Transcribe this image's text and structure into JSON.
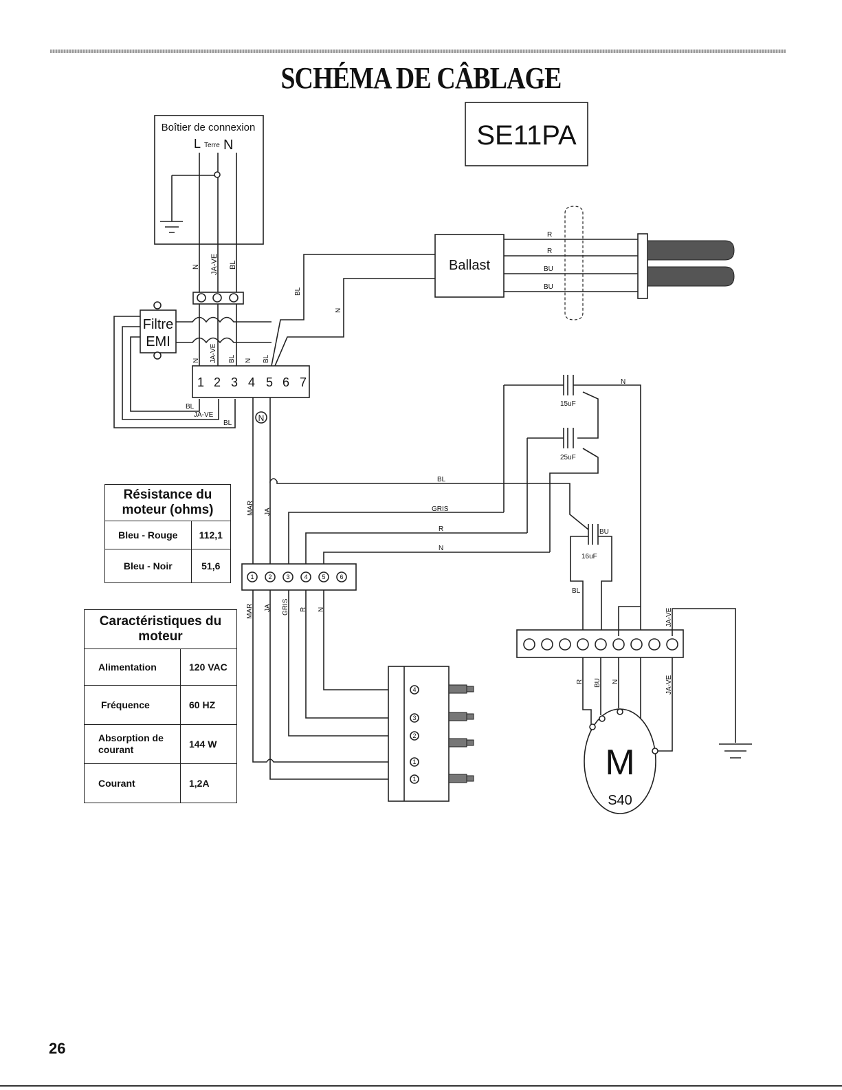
{
  "page": {
    "title": "SCHÉMA DE CÂBLAGE",
    "page_number": "26"
  },
  "model": "SE11PA",
  "junction_box": {
    "label": "Boîtier de connexion",
    "L": "L",
    "terre": "Terre",
    "N": "N"
  },
  "ballast": "Ballast",
  "filter": {
    "line1": "Filtre",
    "line2": "EMI"
  },
  "terminal_strip": [
    "1",
    "2",
    "3",
    "4",
    "5",
    "6",
    "7"
  ],
  "neutral_marker": "N",
  "capacitors": {
    "c1": "15uF",
    "c2": "25uF",
    "c3": "16uF"
  },
  "motor": {
    "letter": "M",
    "model": "S40"
  },
  "wire_labels": {
    "R": "R",
    "BU": "BU",
    "BL": "BL",
    "N": "N",
    "JA_VE": "JA-VE",
    "GRIS": "GRIS",
    "MAR": "MAR",
    "JA": "JA"
  },
  "connector_numbers": [
    "1",
    "2",
    "3",
    "4",
    "5",
    "6"
  ],
  "switch_numbers": [
    "4",
    "3",
    "2",
    "1",
    "1"
  ],
  "resistance_table": {
    "title": "Résistance du moteur (ohms)",
    "rows": [
      {
        "label": "Bleu - Rouge",
        "value": "112,1"
      },
      {
        "label": "Bleu - Noir",
        "value": "51,6"
      }
    ]
  },
  "specs_table": {
    "title": "Caractéristiques du moteur",
    "rows": [
      {
        "label": "Alimentation",
        "value": "120 VAC"
      },
      {
        "label": "Fréquence",
        "value": "60 HZ"
      },
      {
        "label": "Absorption de courant",
        "value": "144 W"
      },
      {
        "label": "Courant",
        "value": "1,2A"
      }
    ]
  }
}
